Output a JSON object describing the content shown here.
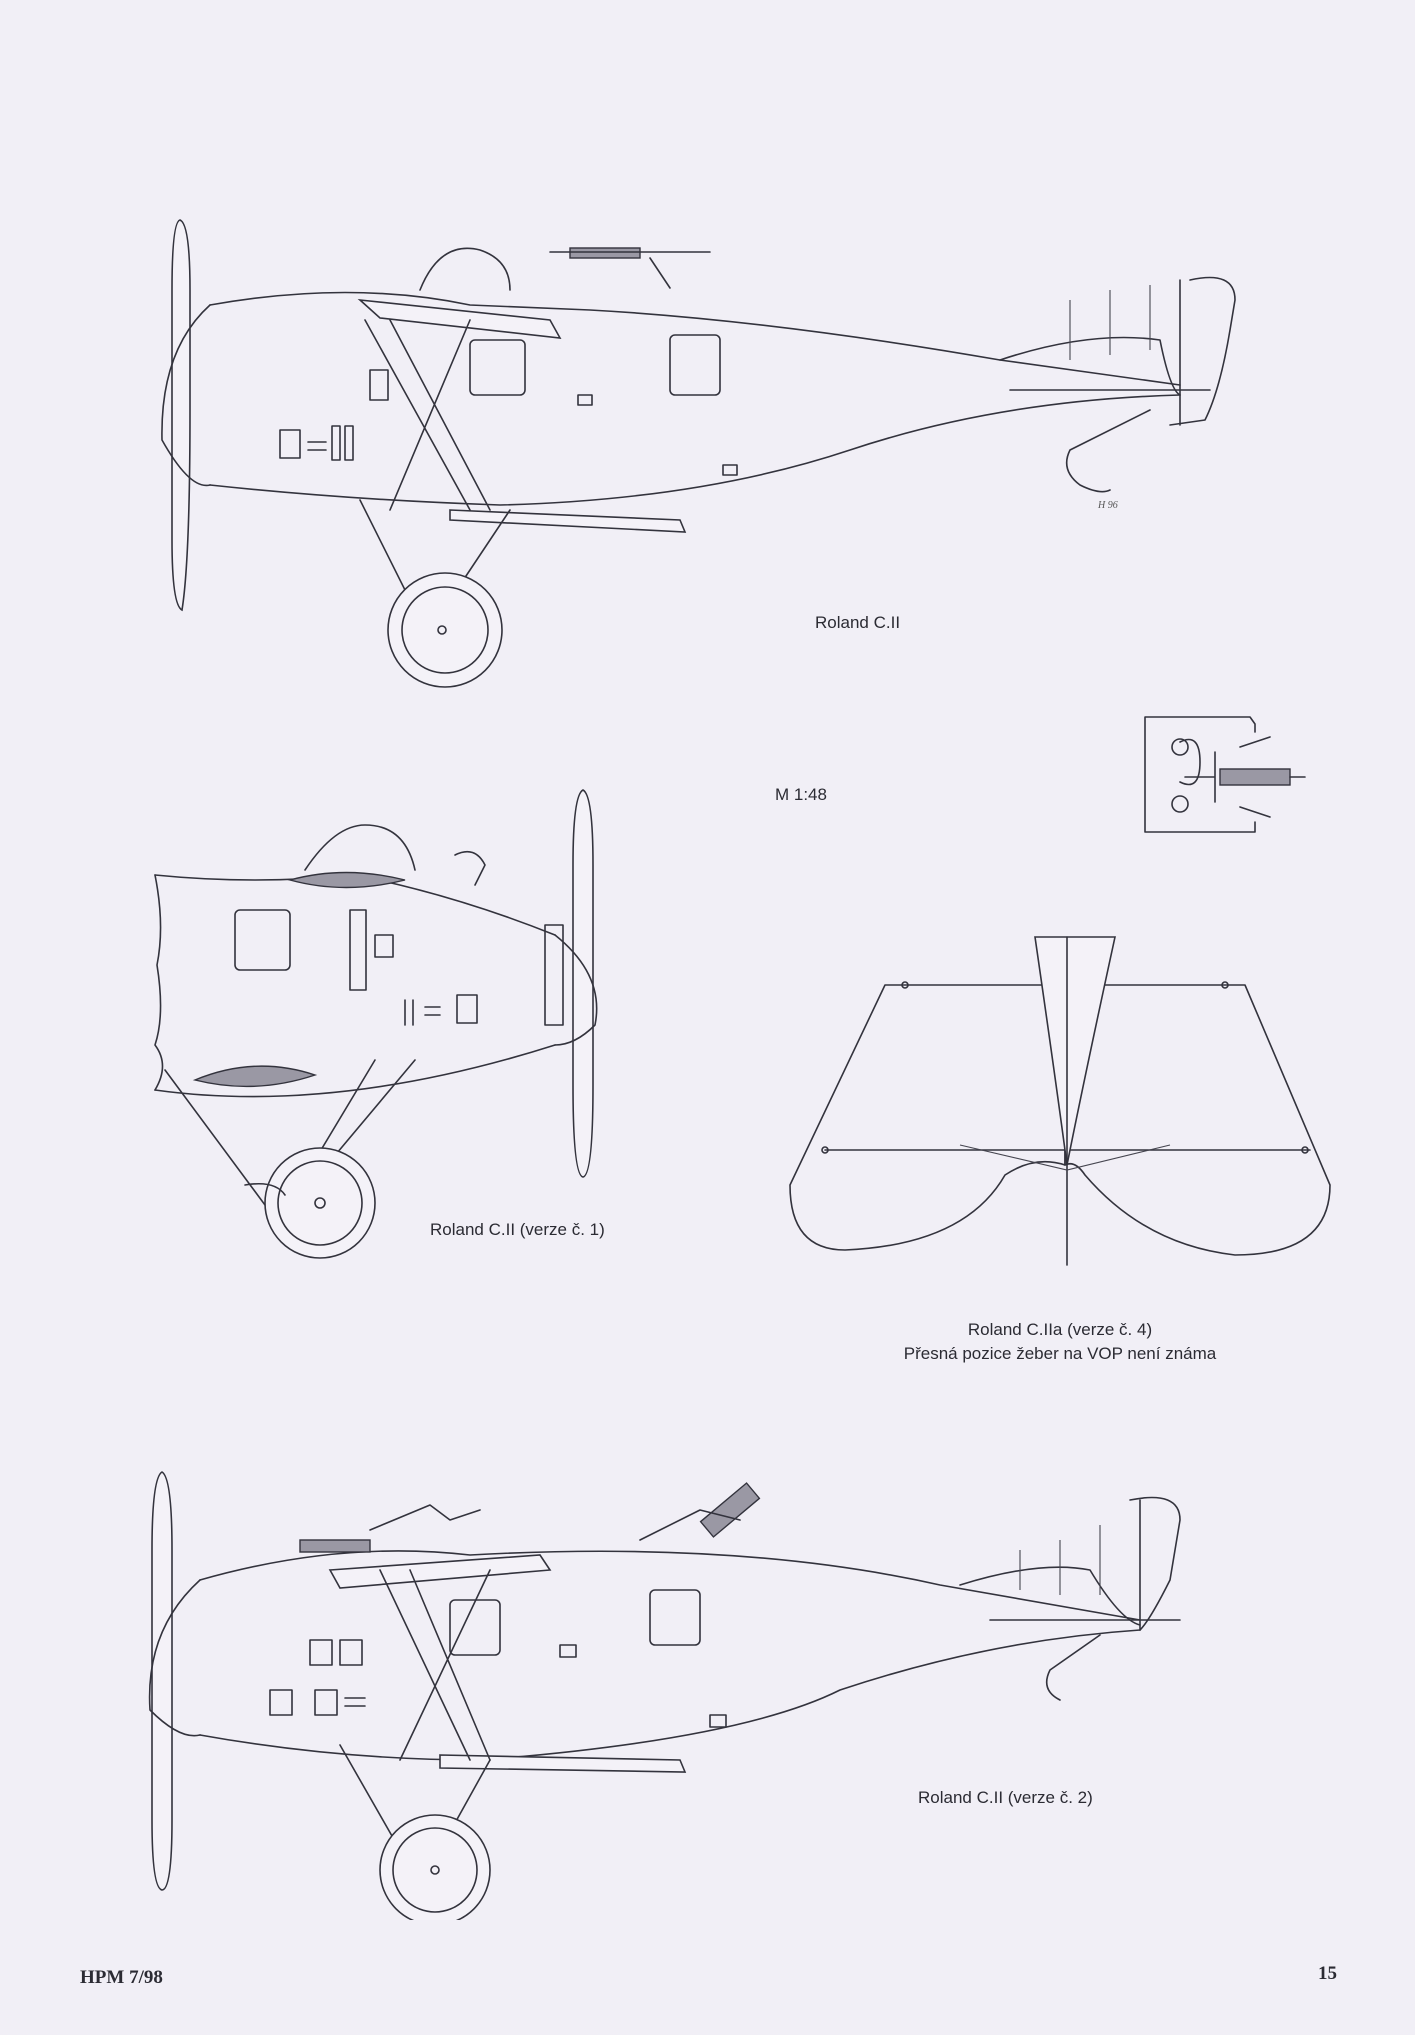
{
  "captions": {
    "side_view": "Roland C.II",
    "scale": "M 1:48",
    "version1": "Roland C.II (verze č. 1)",
    "tailplane_line1": "Roland C.IIa (verze č. 4)",
    "tailplane_line2": "Přesná pozice žeber na VOP není známa",
    "version2": "Roland C.II (verze č. 2)"
  },
  "footer": {
    "publication": "HPM 7/98",
    "page_number": "15"
  }
}
